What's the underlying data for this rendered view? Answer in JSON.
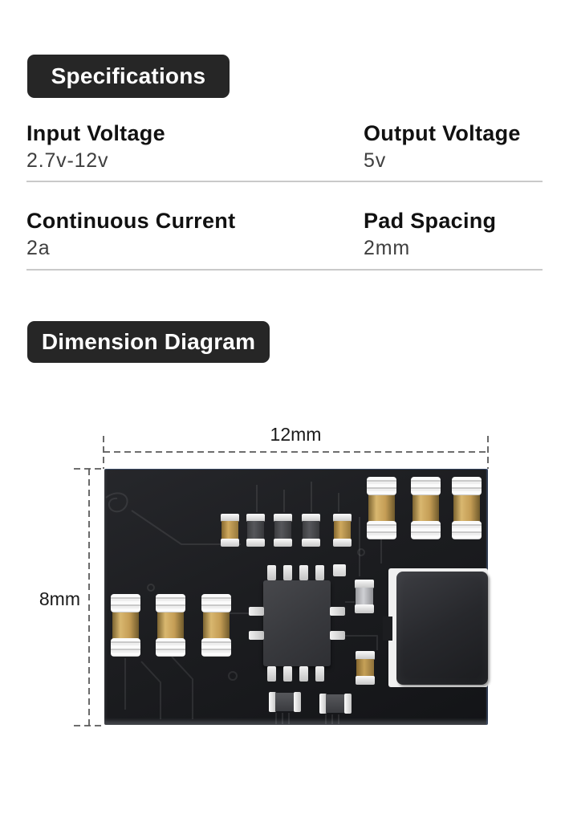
{
  "colors": {
    "page_bg": "#ffffff",
    "badge_bg": "#262626",
    "badge_text": "#ffffff",
    "label_text": "#111111",
    "value_text": "#3f3f3f",
    "divider": "#c9c9c9",
    "dim_line": "#5a5a5a",
    "dim_text": "#1a1a1a",
    "board_bg": "#1b1c1f",
    "capacitor_gold": "#c8a157",
    "terminal_silver": "#ededed"
  },
  "specifications": {
    "badge_label": "Specifications",
    "rows": [
      [
        {
          "label": "Input Voltage",
          "value": "2.7v-12v"
        },
        {
          "label": "Output Voltage",
          "value": "5v"
        }
      ],
      [
        {
          "label": "Continuous Current",
          "value": "2a"
        },
        {
          "label": "Pad Spacing",
          "value": "2mm"
        }
      ]
    ]
  },
  "dimension_diagram": {
    "badge_label": "Dimension Diagram",
    "width_label": "12mm",
    "height_label": "8mm",
    "pcb_components": {
      "top_right_capacitors": 3,
      "left_capacitors": 3,
      "small_smd_row": 5,
      "ic_chip": 1,
      "inductor": 1,
      "bottom_capacitors": 2
    }
  }
}
